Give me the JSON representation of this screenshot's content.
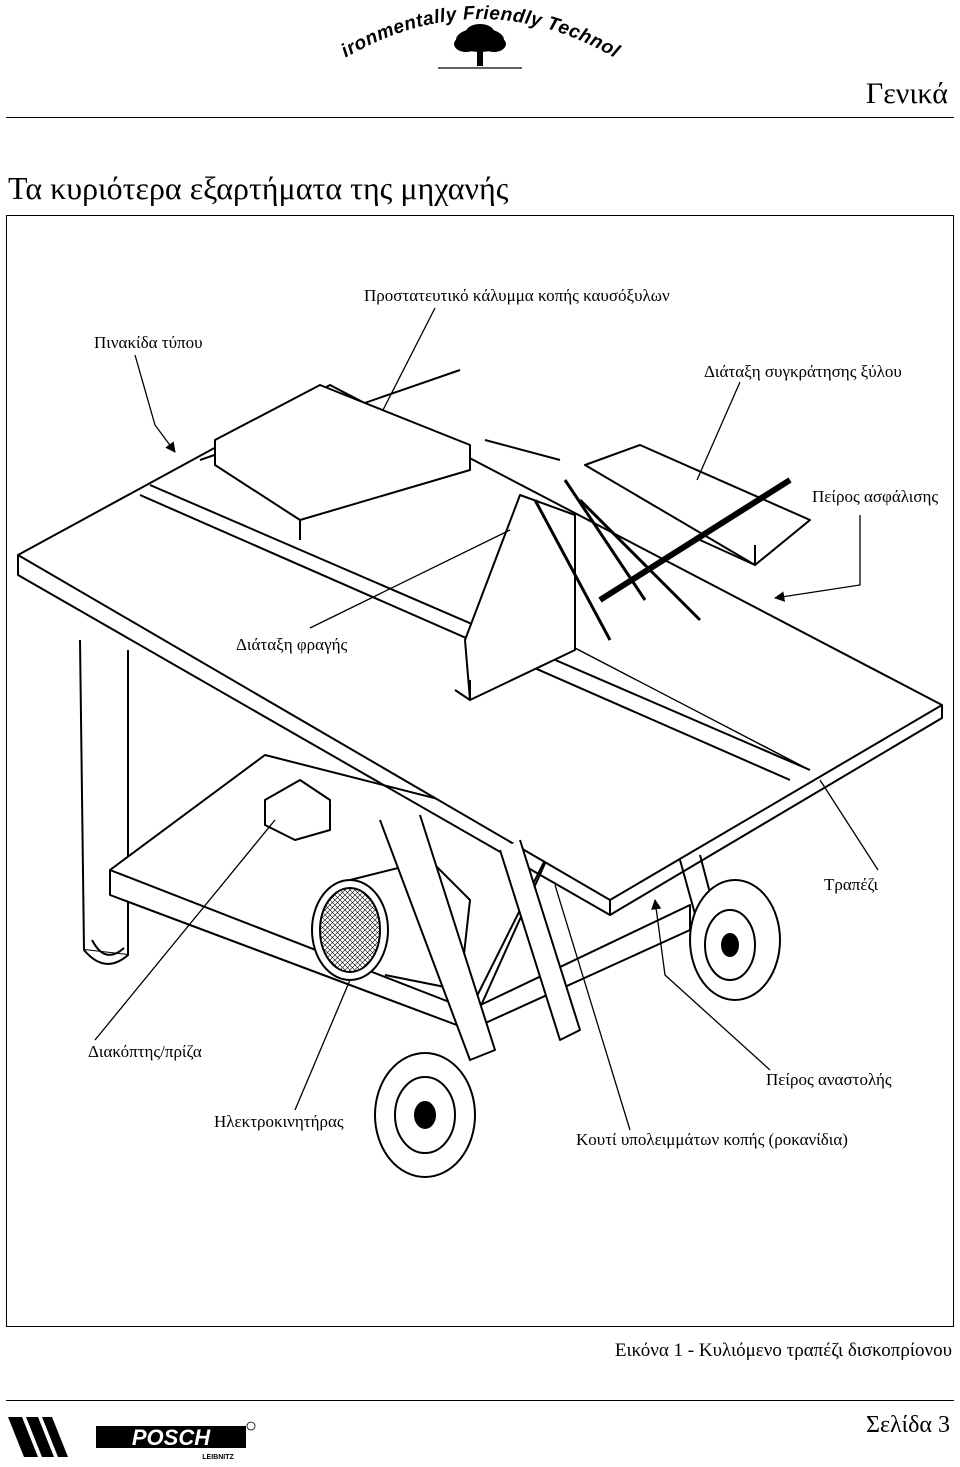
{
  "header": {
    "logo_text": "Environmentally Friendly Technology",
    "section": "Γενικά"
  },
  "title": "Τα κυριότερα εξαρτήματα της μηχανής",
  "labels": {
    "protective_cover": "Προστατευτικό κάλυμμα κοπής καυσόξυλων",
    "type_plate": "Πινακίδα τύπου",
    "wood_holder": "Διάταξη συγκράτησης ξύλου",
    "safety_pin": "Πείρος ασφάλισης",
    "fence": "Διάταξη φραγής",
    "table": "Τραπέζι",
    "switch": "Διακόπτης/πρίζα",
    "stop_pin": "Πείρος αναστολής",
    "motor": "Ηλεκτροκινητήρας",
    "debris_box": "Κουτί υπολειμμάτων κοπής (ροκανίδια)"
  },
  "caption": "Εικόνα 1 - Κυλιόμενο τραπέζι δισκοπρίονου",
  "footer": {
    "brand": "POSCH",
    "brand_sub": "LEIBNITZ",
    "page": "Σελίδα 3"
  }
}
